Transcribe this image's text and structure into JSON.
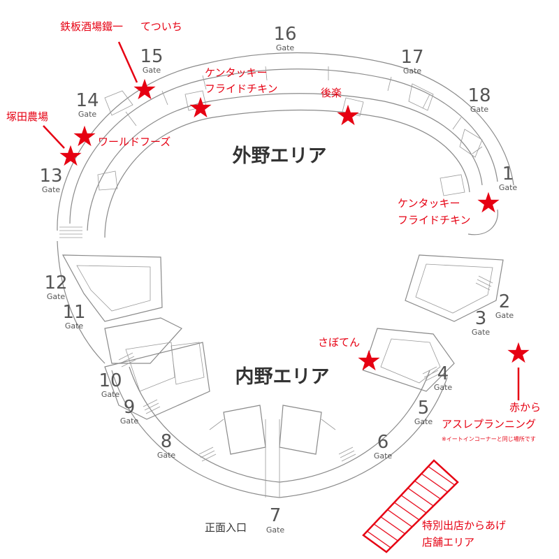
{
  "gates": [
    {
      "num": "16",
      "word": "Gate"
    },
    {
      "num": "15",
      "word": "Gate"
    },
    {
      "num": "17",
      "word": "Gate"
    },
    {
      "num": "14",
      "word": "Gate"
    },
    {
      "num": "18",
      "word": "Gate"
    },
    {
      "num": "13",
      "word": "Gate"
    },
    {
      "num": "1",
      "word": "Gate"
    },
    {
      "num": "12",
      "word": "Gate"
    },
    {
      "num": "11",
      "word": "Gate"
    },
    {
      "num": "2",
      "word": "Gate"
    },
    {
      "num": "3",
      "word": "Gate"
    },
    {
      "num": "10",
      "word": "Gate"
    },
    {
      "num": "9",
      "word": "Gate"
    },
    {
      "num": "4",
      "word": "Gate"
    },
    {
      "num": "5",
      "word": "Gate"
    },
    {
      "num": "8",
      "word": "Gate"
    },
    {
      "num": "6",
      "word": "Gate"
    },
    {
      "num": "7",
      "word": "Gate"
    }
  ],
  "areas": {
    "outfield": "外野エリア",
    "infield": "内野エリア"
  },
  "shops": {
    "teppan_line1": "鉄板酒場鐵一",
    "teppan_line2": "てついち",
    "kfc_outfield_line1": "ケンタッキー",
    "kfc_outfield_line2": "フライドチキン",
    "gorak": "後楽",
    "tsukada": "塚田農場",
    "world_foods": "ワールドフーズ",
    "kfc_gate1_line1": "ケンタッキー",
    "kfc_gate1_line2": "フライドチキン",
    "saboten": "さぼてん",
    "asre_line1": "赤から",
    "asre_line2": "アスレプランニング",
    "asre_note": "※イートインコーナーと同じ場所です",
    "special_line1": "特別出店からあげ",
    "special_line2": "店舗エリア"
  },
  "entrance": "正面入口",
  "colors": {
    "marker": "#e60012",
    "structure": "#8a8a8a",
    "text": "#333333"
  },
  "icons": {
    "shop_marker": "star-icon"
  }
}
